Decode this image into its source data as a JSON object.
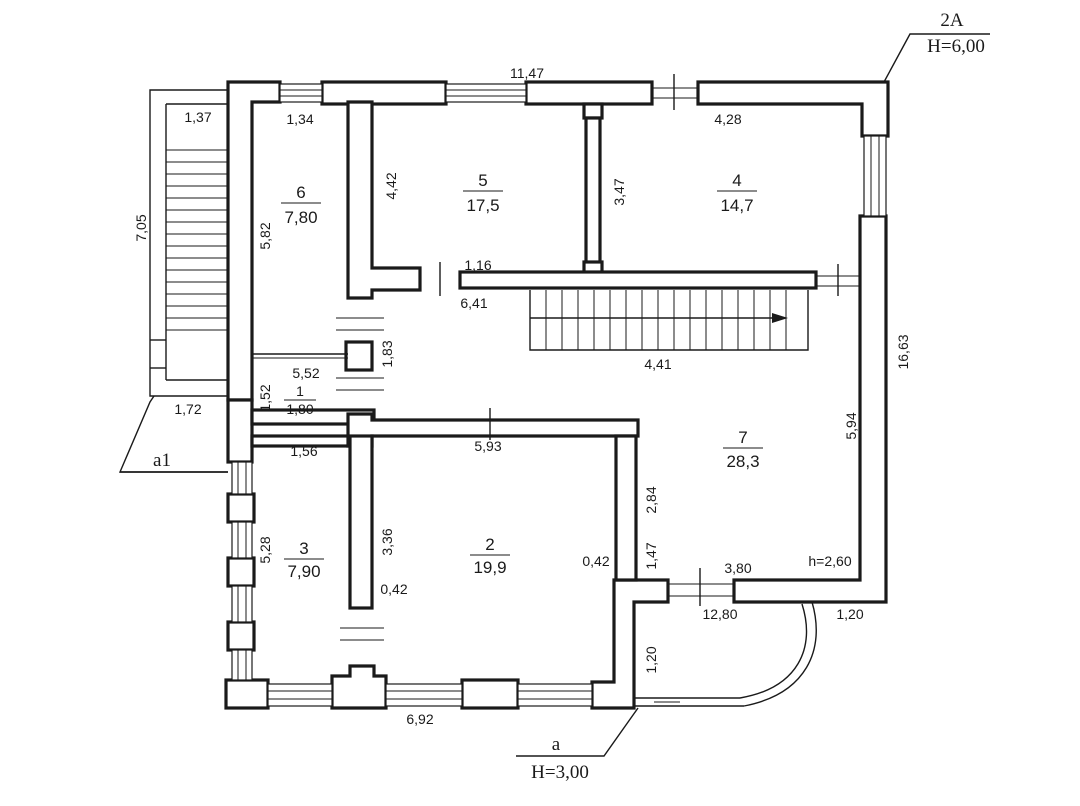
{
  "rooms": [
    {
      "number": "1",
      "area": "1,80"
    },
    {
      "number": "2",
      "area": "19,9"
    },
    {
      "number": "3",
      "area": "7,90"
    },
    {
      "number": "4",
      "area": "14,7"
    },
    {
      "number": "5",
      "area": "17,5"
    },
    {
      "number": "6",
      "area": "7,80"
    },
    {
      "number": "7",
      "area": "28,3"
    }
  ],
  "dimensions": [
    "11,47",
    "1,37",
    "1,34",
    "4,28",
    "4,42",
    "3,47",
    "7,05",
    "5,82",
    "1,16",
    "6,41",
    "4,41",
    "1,83",
    "5,52",
    "1,52",
    "1,72",
    "16,63",
    "5,94",
    "1,56",
    "5,93",
    "2,84",
    "5,28",
    "3,36",
    "0,42",
    "1,47",
    "3,80",
    "h=2,60",
    "0,42",
    "12,80",
    "1,20",
    "1,20",
    "6,92"
  ],
  "leaders": {
    "top_right": {
      "label": "2A",
      "height": "H=6,00"
    },
    "left": {
      "label": "a1"
    },
    "bottom": {
      "label": "a",
      "height": "H=3,00"
    }
  }
}
